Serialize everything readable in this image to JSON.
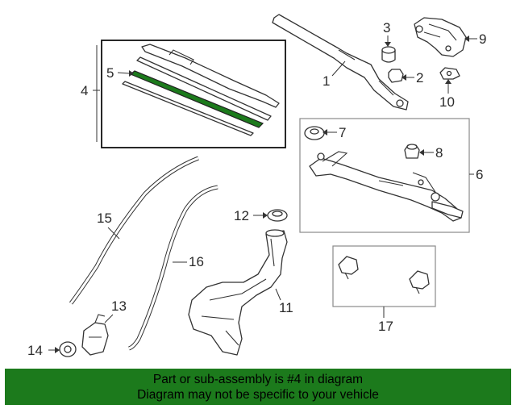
{
  "callouts": {
    "c1": "1",
    "c2": "2",
    "c3": "3",
    "c4": "4",
    "c5": "5",
    "c6": "6",
    "c7": "7",
    "c8": "8",
    "c9": "9",
    "c10": "10",
    "c11": "11",
    "c12": "12",
    "c13": "13",
    "c14": "14",
    "c15": "15",
    "c16": "16",
    "c17": "17"
  },
  "footer": {
    "line1": "Part or sub-assembly is #4 in diagram",
    "line2": "Diagram may not be specific to your vehicle"
  },
  "colors": {
    "highlight": "#1c7a1c",
    "footer_bg": "#1c7a1c"
  }
}
